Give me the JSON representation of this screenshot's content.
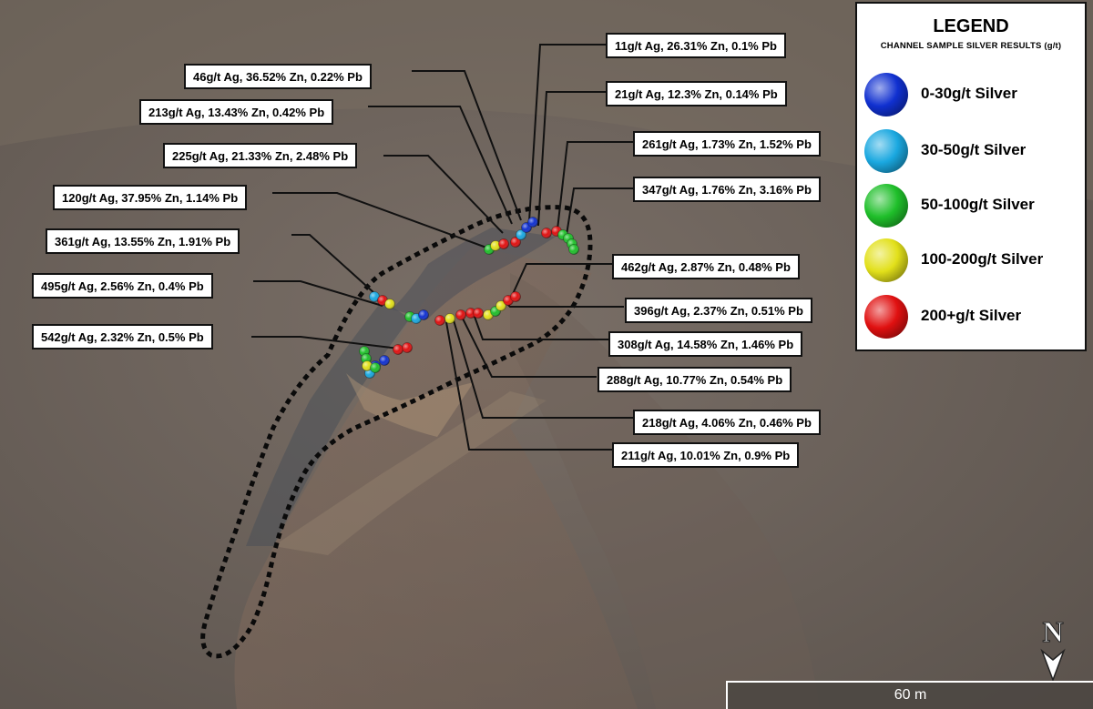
{
  "legend": {
    "title": "LEGEND",
    "subtitle": "CHANNEL SAMPLE SILVER RESULTS (g/t)",
    "items": [
      {
        "label": "0-30g/t Silver",
        "color": "#1030d0"
      },
      {
        "label": "30-50g/t Silver",
        "color": "#1aa8e0"
      },
      {
        "label": "50-100g/t Silver",
        "color": "#1fbf2a"
      },
      {
        "label": "100-200g/t Silver",
        "color": "#e2e01a"
      },
      {
        "label": "200+g/t Silver",
        "color": "#e01010"
      }
    ]
  },
  "callouts": [
    "11g/t Ag, 26.31% Zn, 0.1% Pb",
    "46g/t Ag, 36.52% Zn, 0.22% Pb",
    "21g/t Ag, 12.3% Zn, 0.14% Pb",
    "213g/t Ag, 13.43% Zn, 0.42% Pb",
    "261g/t Ag, 1.73% Zn, 1.52% Pb",
    "225g/t Ag, 21.33% Zn, 2.48% Pb",
    "347g/t Ag, 1.76% Zn, 3.16% Pb",
    "120g/t Ag, 37.95% Zn, 1.14% Pb",
    "361g/t Ag, 13.55% Zn, 1.91% Pb",
    "462g/t Ag, 2.87% Zn, 0.48% Pb",
    "495g/t Ag, 2.56% Zn, 0.4% Pb",
    "396g/t Ag, 2.37% Zn, 0.51% Pb",
    "542g/t Ag, 2.32% Zn, 0.5% Pb",
    "308g/t Ag, 14.58% Zn, 1.46% Pb",
    "288g/t Ag, 10.77% Zn, 0.54% Pb",
    "218g/t Ag, 4.06% Zn, 0.46% Pb",
    "211g/t Ag, 10.01% Zn, 0.9% Pb"
  ],
  "samples": [
    "green",
    "yellow",
    "red",
    "red",
    "cyan",
    "blue",
    "blue",
    "red",
    "red",
    "green",
    "green",
    "green",
    "green",
    "cyan",
    "red",
    "yellow",
    "green",
    "cyan",
    "blue",
    "red",
    "yellow",
    "red",
    "red",
    "red",
    "yellow",
    "green",
    "yellow",
    "red",
    "red",
    "red",
    "red",
    "blue",
    "blue",
    "cyan",
    "green",
    "green",
    "yellow",
    "green"
  ],
  "scale": {
    "label": "60 m"
  },
  "north": {
    "label": "N"
  }
}
